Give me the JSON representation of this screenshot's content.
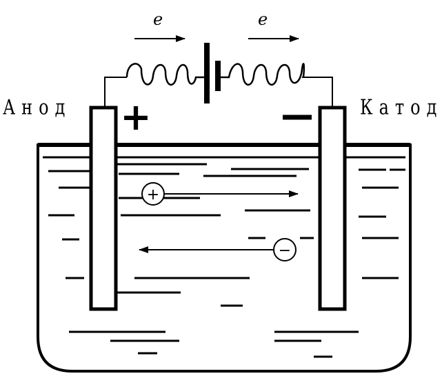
{
  "labels": {
    "anode": "Анод",
    "cathode": "Катод",
    "electron_left": "e",
    "electron_right": "e",
    "anode_sign": "+",
    "cathode_sign": "−",
    "cation_sign": "+",
    "anion_sign": "−"
  },
  "colors": {
    "ink": "#000000",
    "background": "#ffffff"
  }
}
